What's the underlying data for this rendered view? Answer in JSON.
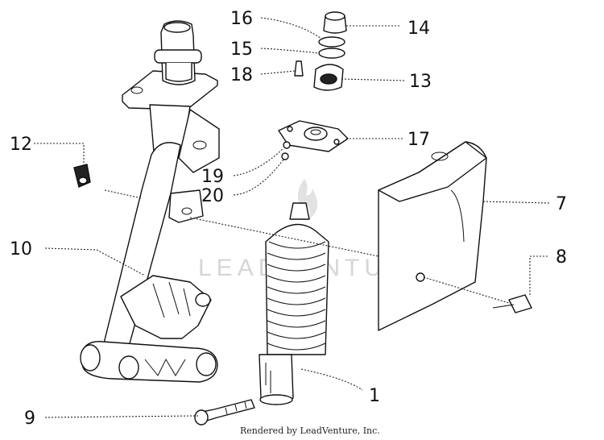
{
  "callouts": [
    {
      "id": "1",
      "label": "1"
    },
    {
      "id": "7",
      "label": "7"
    },
    {
      "id": "8",
      "label": "8"
    },
    {
      "id": "9",
      "label": "9"
    },
    {
      "id": "10",
      "label": "10"
    },
    {
      "id": "12",
      "label": "12"
    },
    {
      "id": "13",
      "label": "13"
    },
    {
      "id": "14",
      "label": "14"
    },
    {
      "id": "15",
      "label": "15"
    },
    {
      "id": "16",
      "label": "16"
    },
    {
      "id": "17",
      "label": "17"
    },
    {
      "id": "18",
      "label": "18"
    },
    {
      "id": "19",
      "label": "19"
    },
    {
      "id": "20",
      "label": "20"
    }
  ],
  "watermark": "LEADVENTURE",
  "credit": "Rendered by LeadVenture, Inc.",
  "colors": {
    "ink": "#111111",
    "watermark": "#d6d6d6",
    "background": "#ffffff"
  }
}
